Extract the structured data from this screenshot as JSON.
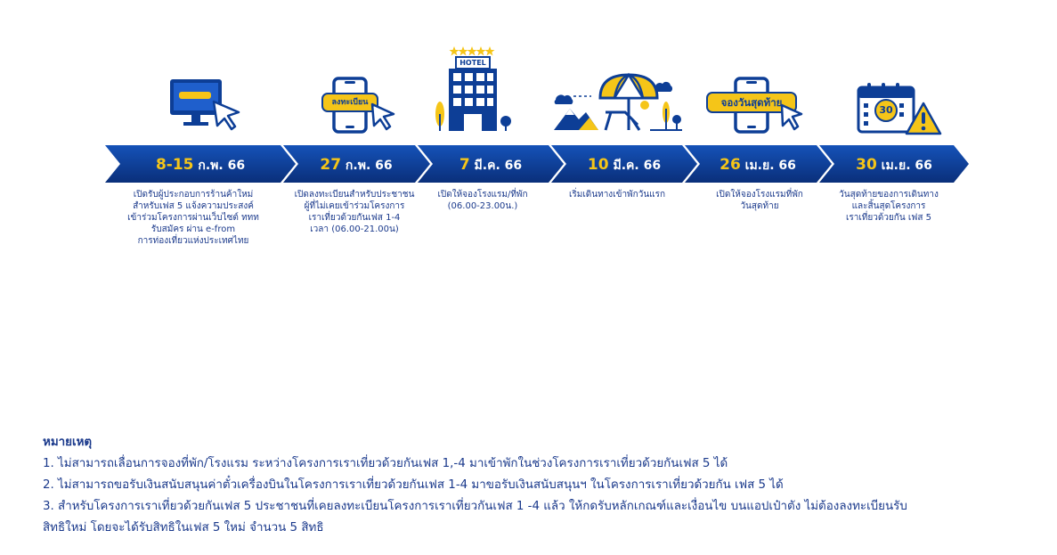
{
  "colors": {
    "navy": "#0d3e96",
    "navy_dark": "#0a2a6e",
    "yellow": "#f5c518",
    "text": "#1b3a8c"
  },
  "stages": [
    {
      "num": "8-15",
      "unit": " ก.พ. 66",
      "icon": "computer-icon",
      "desc": [
        "เปิดรับผู้ประกอบการร้านค้าใหม่",
        "สำหรับเฟส 5  แจ้งความประสงค์",
        "เข้าร่วมโครงการผ่านเว็บไซต์ ททท",
        "รับสมัคร ผ่าน e-from",
        "การท่องเที่ยวแห่งประเทศไทย"
      ]
    },
    {
      "num": "27",
      "unit": " ก.พ. 66",
      "icon": "phone-register-icon",
      "badge": "ลงทะเบียน",
      "desc": [
        "เปิดลงทะเบียนสำหรับประชาชน",
        "ผู้ที่ไม่เคยเข้าร่วมโครงการ",
        "เราเที่ยวด้วยกันเฟส 1-4",
        "เวลา (06.00-21.00น)"
      ]
    },
    {
      "num": "7",
      "unit": " มี.ค. 66",
      "icon": "hotel-icon",
      "badge": "HOTEL",
      "desc": [
        "เปิดให้จองโรงแรม/ที่พัก",
        "(06.00-23.00น.)"
      ]
    },
    {
      "num": "10",
      "unit": " มี.ค. 66",
      "icon": "beach-umbrella-icon",
      "desc": [
        "เริ่มเดินทางเข้าพักวันแรก"
      ]
    },
    {
      "num": "26",
      "unit": " เม.ย. 66",
      "icon": "phone-last-day-icon",
      "badge": "จองวันสุดท้าย",
      "desc": [
        "เปิดให้จองโรงแรมที่พัก",
        "วันสุดท้าย"
      ]
    },
    {
      "num": "30",
      "unit": " เม.ย. 66",
      "icon": "calendar-warning-icon",
      "badge": "30",
      "desc": [
        "วันสุดท้ายของการเดินทาง",
        "และสิ้นสุดโครงการ",
        "เราเที่ยวด้วยกัน เฟส 5"
      ]
    }
  ],
  "notes": {
    "title": "หมายเหตุ",
    "lines": [
      "1. ไม่สามารถเลื่อนการจองที่พัก/โรงแรม ระหว่างโครงการเราเที่ยวด้วยกันเฟส 1,-4 มาเข้าพักในช่วงโครงการเราเที่ยวด้วยกันเฟส 5 ได้",
      "2. ไม่สามารถขอรับเงินสนับสนุนค่าตั๋วเครื่องบินในโครงการเราเที่ยวด้วยกันเฟส 1-4 มาขอรับเงินสนับสนุนฯ ในโครงการเราเที่ยวด้วยกัน เฟส 5 ได้",
      "3. สำหรับโครงการเราเที่ยวด้วยกันเฟส 5 ประชาชนที่เคยลงทะเบียนโครงการเราเที่ยวกันเฟส 1 -4 แล้ว ให้กดรับหลักเกณฑ์และเงื่อนไข บนแอปเป๋าตัง ไม่ต้องลงทะเบียนรับ",
      "สิทธิใหม่  โดยจะได้รับสิทธิในเฟส 5 ใหม่ จำนวน 5 สิทธิ"
    ]
  }
}
